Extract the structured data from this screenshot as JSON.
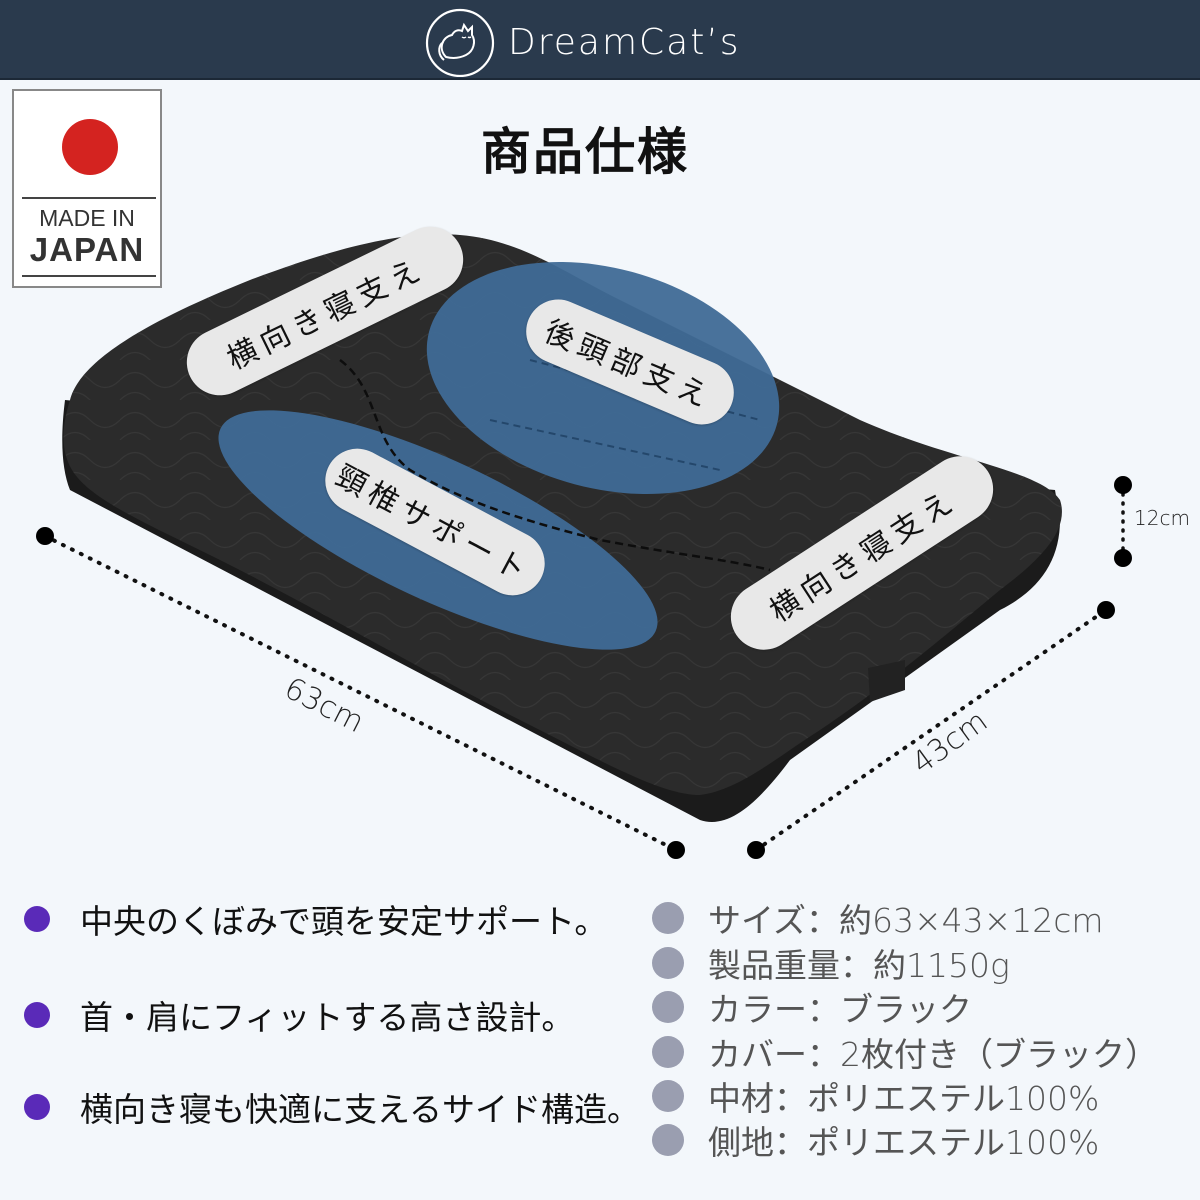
{
  "header": {
    "brand_name": "DreamCat’s",
    "logo_icon": "sleeping-cat-circle-icon",
    "background": "#2a3a4d"
  },
  "badge": {
    "flag_icon": "japan-flag-icon",
    "line1": "MADE IN",
    "line2": "JAPAN",
    "flag_color": "#d42320"
  },
  "title": "商品仕様",
  "diagram": {
    "zones": [
      {
        "label": "横向き寝支え",
        "position": "top-left"
      },
      {
        "label": "後頭部支え",
        "position": "center-back"
      },
      {
        "label": "頸椎サポート",
        "position": "center-front"
      },
      {
        "label": "横向き寝支え",
        "position": "bottom-right"
      }
    ],
    "dimensions": {
      "length": "63cm",
      "width": "43cm",
      "height": "12cm"
    },
    "colors": {
      "pillow": "#2b2b2b",
      "zone_highlight": "#3f6a96",
      "label_bg": "#e8e8e8"
    }
  },
  "features": [
    {
      "icon": "bullet-dot-icon",
      "text": "中央のくぼみで頭を安定サポート。"
    },
    {
      "icon": "bullet-dot-icon",
      "text": "首・肩にフィットする高さ設計。"
    },
    {
      "icon": "bullet-dot-icon",
      "text": "横向き寝も快適に支えるサイド構造。"
    }
  ],
  "feature_bullet_color": "#5a2ab8",
  "specs": [
    {
      "icon": "bullet-dot-icon",
      "text": "サイズ：約63×43×12cm"
    },
    {
      "icon": "bullet-dot-icon",
      "text": "製品重量：約1150g"
    },
    {
      "icon": "bullet-dot-icon",
      "text": "カラー：ブラック"
    },
    {
      "icon": "bullet-dot-icon",
      "text": "カバー：2枚付き（ブラック）"
    },
    {
      "icon": "bullet-dot-icon",
      "text": "中材：ポリエステル100%"
    },
    {
      "icon": "bullet-dot-icon",
      "text": "側地：ポリエステル100%"
    }
  ],
  "spec_bullet_color": "#9a9eb0"
}
